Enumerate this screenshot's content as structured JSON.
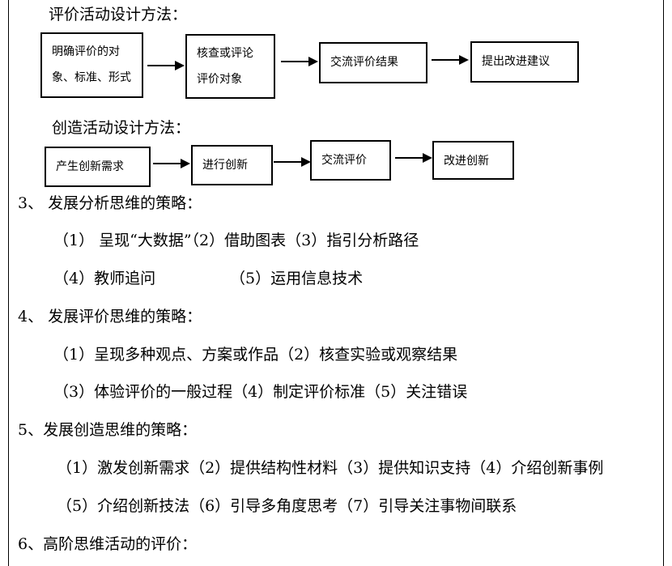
{
  "eval_method": {
    "heading": "评价活动设计方法：",
    "steps": [
      {
        "line1": "明确评价的对",
        "line2": "象、标准、形式"
      },
      {
        "line1": "核查或评论",
        "line2": "评价对象"
      },
      {
        "line1": "交流评价结果"
      },
      {
        "line1": "提出改进建议"
      }
    ]
  },
  "create_method": {
    "heading": "创造活动设计方法：",
    "steps": [
      {
        "line1": "产生创新需求"
      },
      {
        "line1": "进行创新"
      },
      {
        "line1": "交流评价"
      },
      {
        "line1": "改进创新"
      }
    ]
  },
  "section3": {
    "title": "3、 发展分析思维的策略：",
    "line1": "（1）  呈现“大数据”（2）借助图表（3）指引分析路径",
    "line2a": "（4）教师追问",
    "line2b": "（5）运用信息技术"
  },
  "section4": {
    "title": "4、 发展评价思维的策略：",
    "line1": "（1）呈现多种观点、方案或作品（2）核查实验或观察结果",
    "line2": "（3）体验评价的一般过程（4）制定评价标准（5）关注错误"
  },
  "section5": {
    "title": "5、发展创造思维的策略：",
    "line1": "（1）激发创新需求（2）提供结构性材料（3）提供知识支持（4）介绍创新事例",
    "line2": "（5）介绍创新技法（6）引导多角度思考（7）引导关注事物间联系"
  },
  "section6": {
    "title": "6、高阶思维活动的评价："
  }
}
